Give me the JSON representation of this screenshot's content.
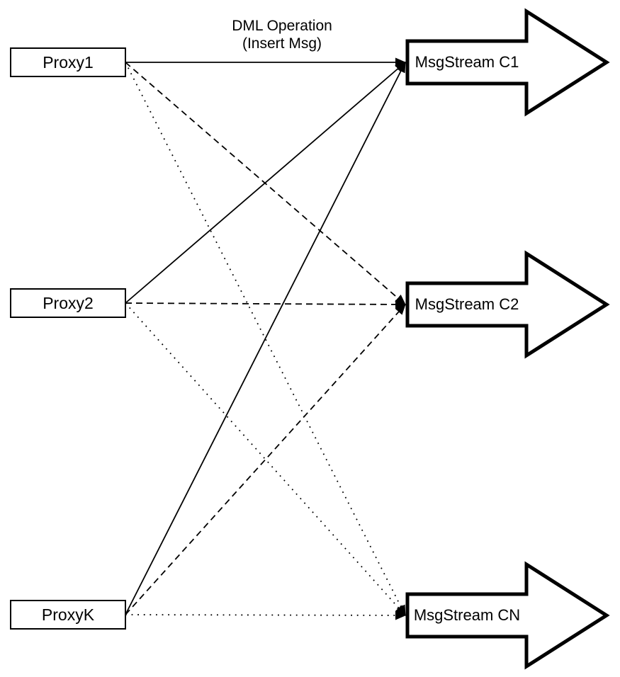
{
  "diagram": {
    "caption": {
      "line1": "DML Operation",
      "line2": "(Insert Msg)"
    },
    "nodes": {
      "proxies": [
        {
          "id": "proxy1",
          "label": "Proxy1"
        },
        {
          "id": "proxy2",
          "label": "Proxy2"
        },
        {
          "id": "proxyk",
          "label": "ProxyK"
        }
      ],
      "streams": [
        {
          "id": "c1",
          "label": "MsgStream C1"
        },
        {
          "id": "c2",
          "label": "MsgStream C2"
        },
        {
          "id": "cn",
          "label": "MsgStream CN"
        }
      ]
    },
    "edges": [
      {
        "from": "proxy1",
        "to": "c1",
        "style": "solid"
      },
      {
        "from": "proxy2",
        "to": "c1",
        "style": "solid"
      },
      {
        "from": "proxyk",
        "to": "c1",
        "style": "solid"
      },
      {
        "from": "proxy1",
        "to": "c2",
        "style": "dashed"
      },
      {
        "from": "proxy2",
        "to": "c2",
        "style": "dashed"
      },
      {
        "from": "proxyk",
        "to": "c2",
        "style": "dashed"
      },
      {
        "from": "proxy1",
        "to": "cn",
        "style": "dotted"
      },
      {
        "from": "proxy2",
        "to": "cn",
        "style": "dotted"
      },
      {
        "from": "proxyk",
        "to": "cn",
        "style": "dotted"
      }
    ],
    "legend_semantics": {
      "solid": "route to MsgStream C1",
      "dashed": "route to MsgStream C2",
      "dotted": "route to MsgStream CN"
    },
    "colors": {
      "stroke": "#000000",
      "fill": "#ffffff"
    }
  }
}
